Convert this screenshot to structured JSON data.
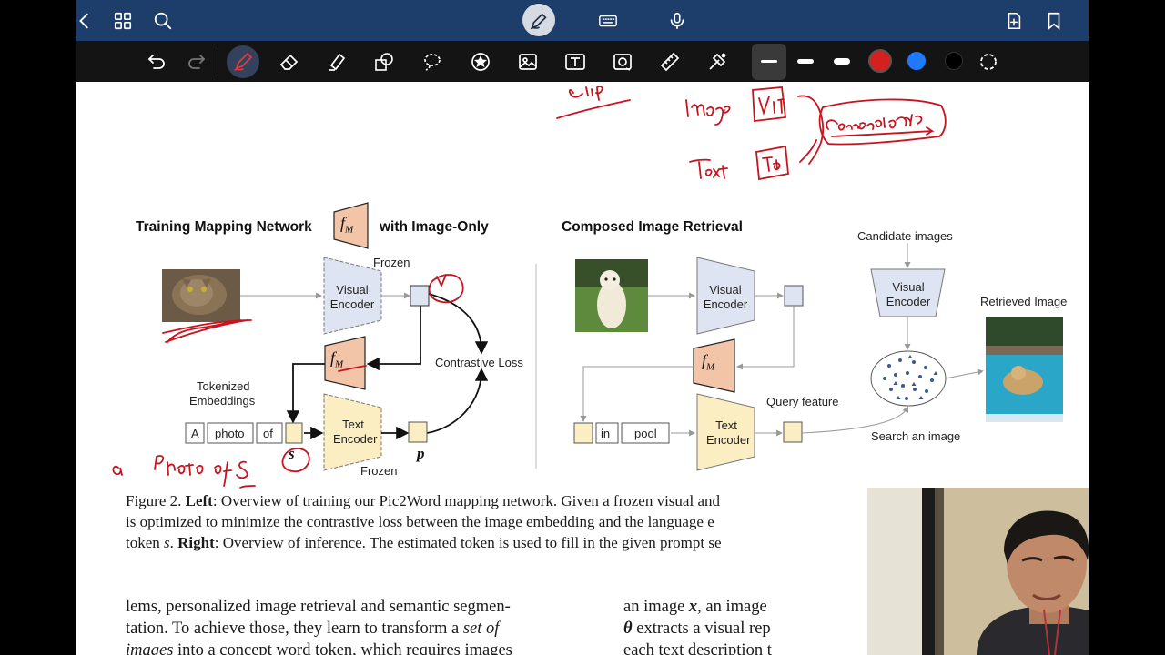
{
  "topbar": {
    "icons": [
      "back-icon",
      "grid-icon",
      "search-icon",
      "pen-mode-icon",
      "keyboard-icon",
      "microphone-icon",
      "add-page-icon",
      "bookmark-icon"
    ]
  },
  "toolbar": {
    "tools": [
      "undo-icon",
      "redo-icon",
      "pen-icon",
      "eraser-icon",
      "highlighter-icon",
      "shapes-icon",
      "lasso-icon",
      "sticker-icon",
      "image-icon",
      "text-box-icon",
      "camera-icon",
      "ruler-icon",
      "laser-icon"
    ],
    "colors": [
      "#d62020",
      "#1e7bff",
      "#000000"
    ]
  },
  "figure": {
    "left_title_pre": "Training Mapping Network",
    "left_title_post": "with Image-Only",
    "right_title": "Composed Image Retrieval",
    "frozen_top": "Frozen",
    "frozen_bottom": "Frozen",
    "visual_encoder": "Visual Encoder",
    "text_encoder": "Text Encoder",
    "fm": "f",
    "fm_sub": "M",
    "contrastive_loss": "Contrastive Loss",
    "tokenized_line1": "Tokenized",
    "tokenized_line2": "Embeddings",
    "tokens_left": [
      "A",
      "photo",
      "of"
    ],
    "v_label": "v",
    "p_label": "p",
    "s_label": "s",
    "candidate_images": "Candidate images",
    "retrieved_image": "Retrieved Image",
    "query_feature": "Query feature",
    "search_image": "Search an image",
    "tokens_right": [
      "in",
      "pool"
    ]
  },
  "caption": {
    "line1_a": "Figure 2. ",
    "line1_b": "Left",
    "line1_c": ": Overview of training our Pic2Word mapping network. Given a frozen visual and",
    "line2": "is optimized to minimize the contrastive loss between the image embedding and the language e",
    "line3_a": "token ",
    "line3_b": "s",
    "line3_c": ". ",
    "line3_d": "Right",
    "line3_e": ": Overview of inference. The estimated token is used to fill in the given prompt se"
  },
  "body": {
    "col1_line1": "lems, personalized image retrieval and semantic segmen-",
    "col1_line2_a": "tation.  To achieve those, they learn to transform a ",
    "col1_line2_b": "set of",
    "col1_line3_a": "images",
    "col1_line3_b": " into a concept word token, which requires images",
    "col2_line1_a": "an image ",
    "col2_line1_b": "x",
    "col2_line1_c": ", an image",
    "col2_line2_a": "θ",
    "col2_line2_b": " extracts a visual rep",
    "col2_line3": "each text description t"
  },
  "handwriting": {
    "clip": "Clip",
    "image": "Image",
    "vit": "ViT",
    "contrastive": "contrastive",
    "text": "Text",
    "tphi": "Tφ",
    "a_photo_of_s": "a Photo of s"
  }
}
